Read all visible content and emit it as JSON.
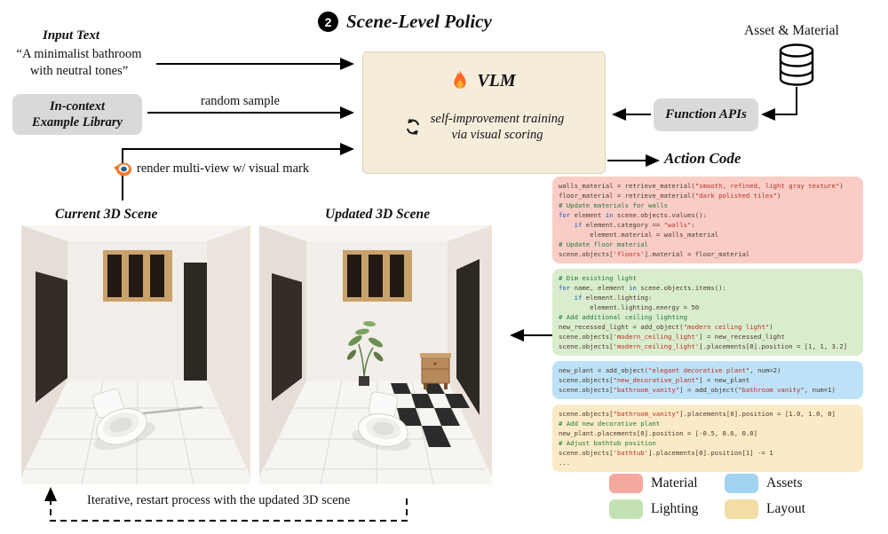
{
  "title": {
    "badge": "2",
    "text": "Scene-Level Policy"
  },
  "inputs": {
    "input_text_label": "Input Text",
    "quote_line1": "“A minimalist bathroom",
    "quote_line2": "with neutral tones”",
    "library_line1": "In-context",
    "library_line2": "Example Library",
    "random_sample": "random sample",
    "render_note": "render multi-view w/ visual mark"
  },
  "vlm": {
    "name": "VLM",
    "training_line1": "self-improvement training",
    "training_line2": "via visual scoring"
  },
  "assets": {
    "asset_material": "Asset & Material",
    "function_apis": "Function APIs",
    "action_code": "Action Code"
  },
  "scenes": {
    "current": "Current 3D Scene",
    "updated": "Updated 3D Scene"
  },
  "iterative_note": "Iterative, restart process with the updated 3D scene",
  "code_blocks": [
    {
      "name": "material",
      "bg": "#f9cdc6",
      "lines": [
        "walls_material = retrieve_material(\"smooth, refined, light gray texture\")",
        "floor_material = retrieve_material(\"dark polished tiles\")",
        "# Update materials for walls",
        "for element in scene.objects.values():",
        "    if element.category == \"walls\":",
        "        element.material = walls_material",
        "# Update floor material",
        "scene.objects['floors'].material = floor_material"
      ]
    },
    {
      "name": "lighting",
      "bg": "#d9edcd",
      "lines": [
        "# Dim existing light",
        "for name, element in scene.objects.items():",
        "    if element.lighting:",
        "        element.lighting.energy = 50",
        "# Add additional ceiling lighting",
        "new_recessed_light = add_object(\"modern ceiling light\")",
        "scene.objects['modern_ceiling_light'] = new_recessed_light",
        "scene.objects['modern_ceiling_light'].placements[0].position = [1, 1, 3.2]"
      ]
    },
    {
      "name": "assets",
      "bg": "#bde2f7",
      "lines": [
        "new_plant = add_object(\"elegant decorative plant\", num=2)",
        "scene.objects[\"new_decorative_plant\"] = new_plant",
        "scene.objects[\"bathroom_vanity\"] = add_object(\"bathroom vanity\", num=1)"
      ]
    },
    {
      "name": "layout",
      "bg": "#fbeac6",
      "lines": [
        "scene.objects[\"bathroom_vanity\"].placements[0].position = [1.0, 1.0, 0]",
        "# Add new decorative plant",
        "new_plant.placements[0].position = [-0.5, 0.6, 0.0]",
        "# Adjust bathtub position",
        "scene.objects['bathtub'].placements[0].position[1] -= 1",
        "..."
      ]
    }
  ],
  "legend": [
    {
      "label": "Material",
      "color": "#f4a8a0"
    },
    {
      "label": "Assets",
      "color": "#a2d3f0"
    },
    {
      "label": "Lighting",
      "color": "#c3e2b4"
    },
    {
      "label": "Layout",
      "color": "#f4dca6"
    }
  ]
}
